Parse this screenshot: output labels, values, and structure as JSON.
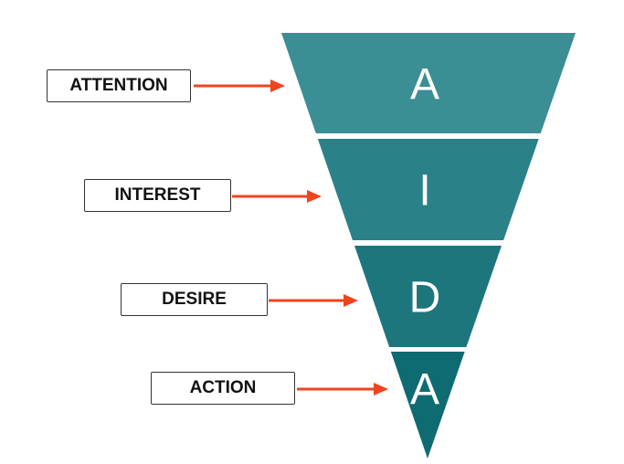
{
  "stages": [
    {
      "label": "ATTENTION",
      "letter": "A",
      "color": "#3a8e94"
    },
    {
      "label": "INTEREST",
      "letter": "I",
      "color": "#2a8187"
    },
    {
      "label": "DESIRE",
      "letter": "D",
      "color": "#1d767c"
    },
    {
      "label": "ACTION",
      "letter": "A",
      "color": "#0f6b72"
    }
  ],
  "arrow_color": "#f0441f"
}
